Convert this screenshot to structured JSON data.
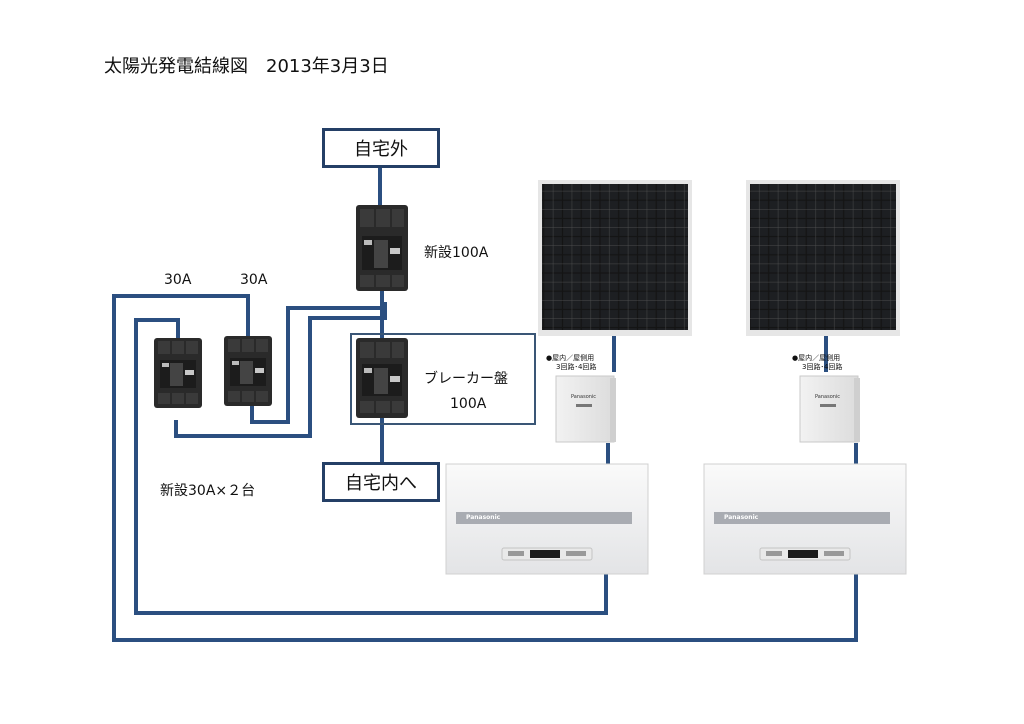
{
  "title": "太陽光発電結線図　2013年3月3日",
  "boxes": {
    "outside": "自宅外",
    "inside": "自宅内へ"
  },
  "labels": {
    "main_breaker": "新設100A",
    "breaker_a": "30A",
    "breaker_b": "30A",
    "panel_name": "ブレーカー盤",
    "panel_rating": "100A",
    "new_breakers": "新設30A×２台"
  },
  "junction_boxes": [
    {
      "line1": "●屋内／屋側用",
      "line2": "3回路･4回路",
      "brand": "Panasonic"
    },
    {
      "line1": "●屋内／屋側用",
      "line2": "3回路･4回路",
      "brand": "Panasonic"
    }
  ],
  "inverters": [
    {
      "brand": "Panasonic"
    },
    {
      "brand": "Panasonic"
    }
  ],
  "colors": {
    "wire": "#2b4f80",
    "box_border": "#243f66",
    "breaker_body": "#262626",
    "solar_cell": "#141414",
    "solar_grid": "#8a8a8a"
  }
}
